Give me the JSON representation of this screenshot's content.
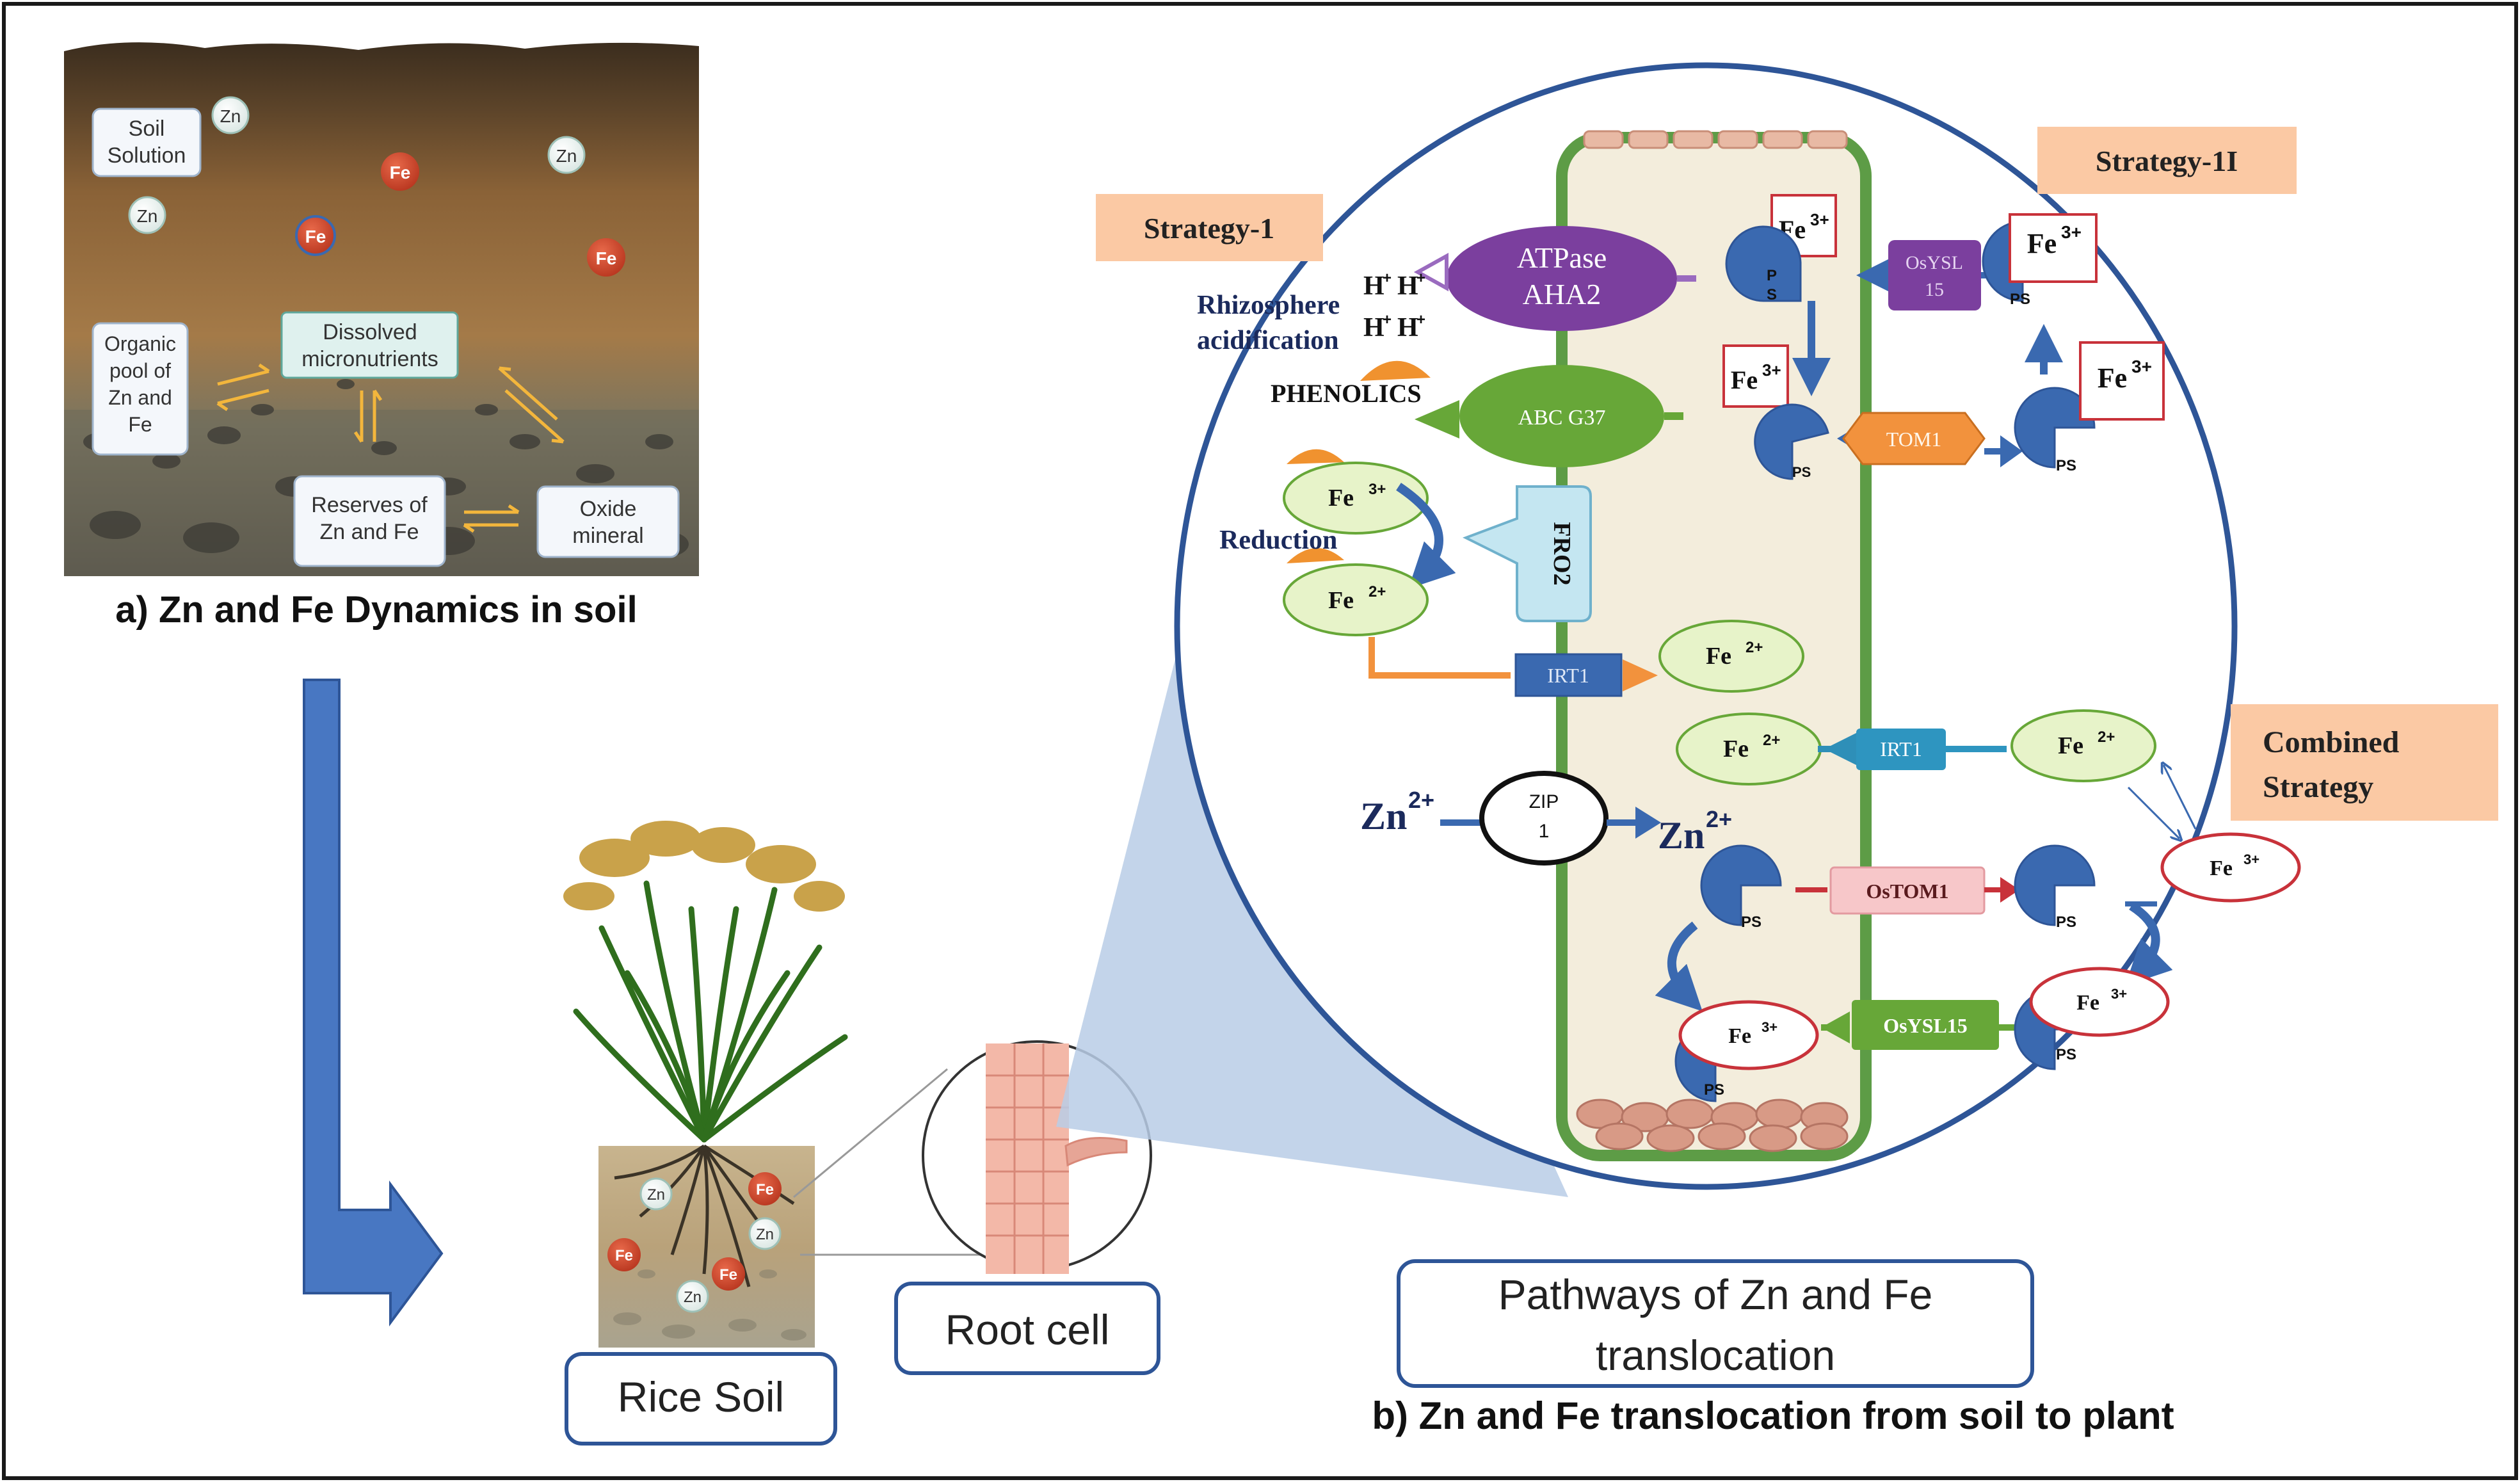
{
  "panel_a": {
    "caption": "a) Zn and Fe Dynamics in soil",
    "soil_solution": [
      "Soil",
      "Solution"
    ],
    "dissolved": [
      "Dissolved",
      "micronutrients"
    ],
    "organic_pool": [
      "Organic",
      "pool of",
      "Zn and",
      "Fe"
    ],
    "reserves": [
      "Reserves of",
      "Zn and Fe"
    ],
    "oxide": [
      "Oxide",
      "mineral"
    ],
    "zn": "Zn",
    "fe": "Fe"
  },
  "bottom": {
    "rice_soil": "Rice Soil",
    "root_cell": "Root cell",
    "pathways": [
      "Pathways of Zn and Fe",
      "translocation"
    ],
    "caption_b": "b) Zn and Fe translocation from soil to plant"
  },
  "circle": {
    "strategy1": "Strategy-1",
    "strategy2": "Strategy-1I",
    "combined": [
      "Combined",
      "Strategy"
    ],
    "atpase": [
      "ATPase",
      "AHA2"
    ],
    "hplus": "H",
    "rhizo": [
      "Rhizosphere",
      "acidification"
    ],
    "phenolics": "PHENOLICS",
    "abcg37": "ABC G37",
    "reduction": "Reduction",
    "fro2": "FRO2",
    "irt1": "IRT1",
    "zip1": [
      "ZIP",
      "1"
    ],
    "zn2": "Zn",
    "osysl15a": [
      "OsYSL",
      "15"
    ],
    "tom1": "TOM1",
    "ostom1": "OsTOM1",
    "osysl15b": "OsYSL15",
    "ps": "PS",
    "fe": "Fe"
  },
  "colors": {
    "outline": "#2e5597",
    "strategy_box": "#fbc9a4",
    "cell_fill": "#f3eddc",
    "cell_wall": "#5d9c46",
    "atpase": "#7b3f9e",
    "abc": "#67a738",
    "blue": "#3a69b0",
    "oval_fill": "#e7f3c9"
  }
}
